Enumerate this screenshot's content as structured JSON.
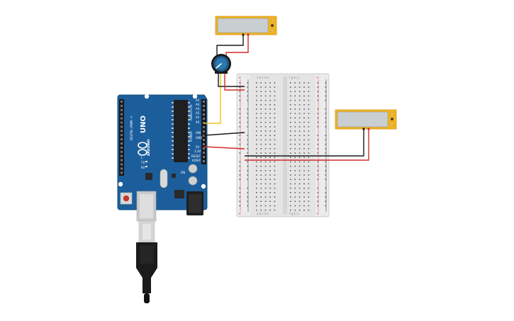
{
  "board": {
    "model": "UNO",
    "brand": "ARDUINO",
    "digital_label": "DIGITAL (PWM ~)",
    "analog_label": "ANALOG IN",
    "power_label": "POWER",
    "on_label": "ON",
    "tx_label": "TX",
    "rx_label": "RX",
    "l_label": "L",
    "aref_label": "AREF",
    "gnd_label": "GND",
    "ioref_label": "IOREF",
    "reset_label": "RESET",
    "v33_label": "3.3V",
    "v5_label": "5V",
    "vin_label": "VIN",
    "a0_label": "A0",
    "a1_label": "A1",
    "a2_label": "A2",
    "a3_label": "A3",
    "a4_label": "A4",
    "a5_label": "A5",
    "color": "#1b5e9b"
  },
  "breadboard": {
    "plus": "+",
    "minus": "-",
    "cols_left": "a b c d e",
    "cols_right": "f g h i j"
  },
  "colors": {
    "wire_red": "#d42b2b",
    "wire_black": "#1a1a1a",
    "wire_yellow": "#f2c01a",
    "lcd_frame": "#f0b323",
    "lcd_screen": "#c9cfd0",
    "pot_body": "#1f5c8a"
  }
}
